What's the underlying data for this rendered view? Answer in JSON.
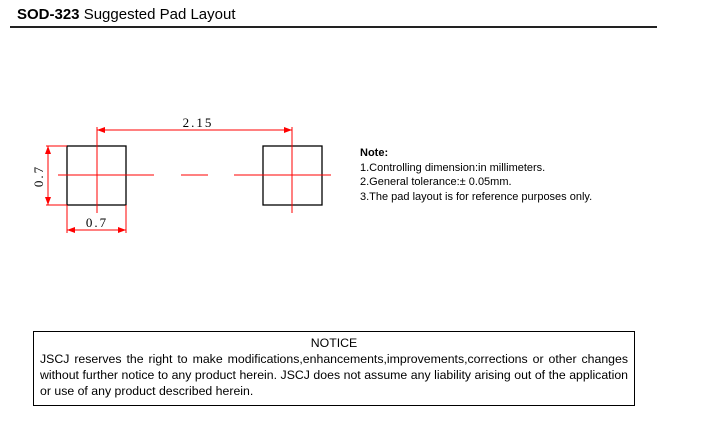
{
  "header": {
    "part": "SOD-323",
    "title": "Suggested Pad Layout"
  },
  "drawing": {
    "pitch": "2.15",
    "pad_height": "0.7",
    "pad_width": "0.7",
    "pad_color": "#000000",
    "dim_color": "#ff0000"
  },
  "notes": {
    "heading": "Note:",
    "items": [
      "1.Controlling dimension:in millimeters.",
      "2.General tolerance:± 0.05mm.",
      "3.The pad layout is for reference purposes only."
    ]
  },
  "notice": {
    "heading": "NOTICE",
    "body": "JSCJ reserves the right to make modifications,enhancements,improvements,corrections or other changes without further notice to any product herein. JSCJ does not assume any liability arising out of the application or use of any product described herein."
  }
}
